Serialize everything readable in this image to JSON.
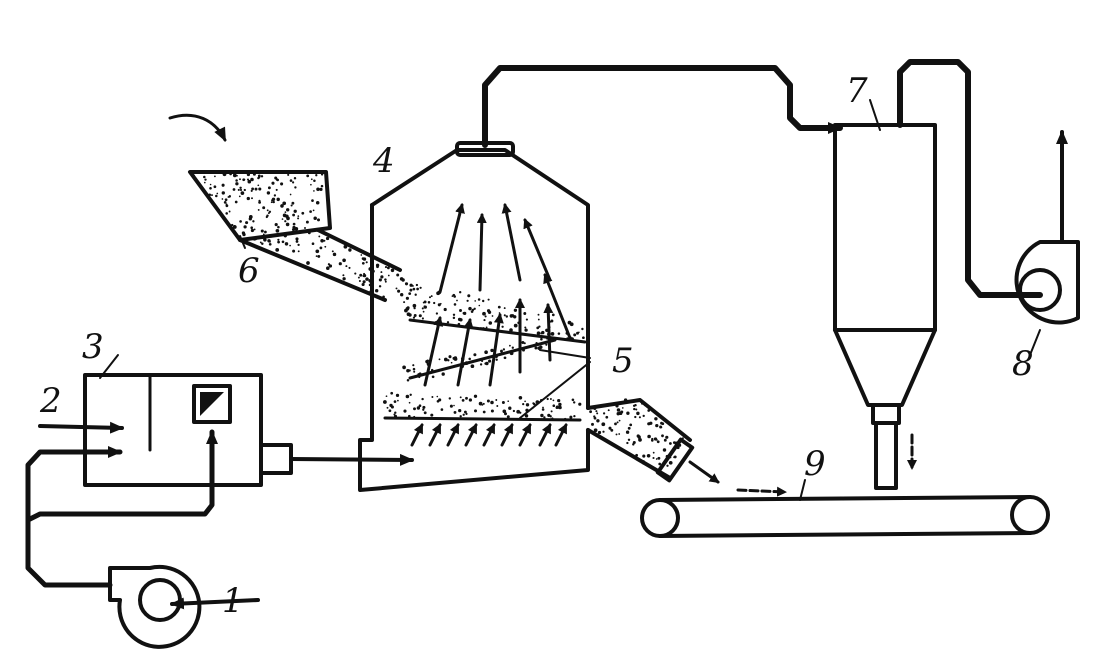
{
  "colors": {
    "ink": "#111111",
    "background": "#ffffff"
  },
  "labels": {
    "l1": "1",
    "l2": "2",
    "l3": "3",
    "l4": "4",
    "l5": "5",
    "l6": "6",
    "l7": "7",
    "l8": "8",
    "l9": "9"
  }
}
